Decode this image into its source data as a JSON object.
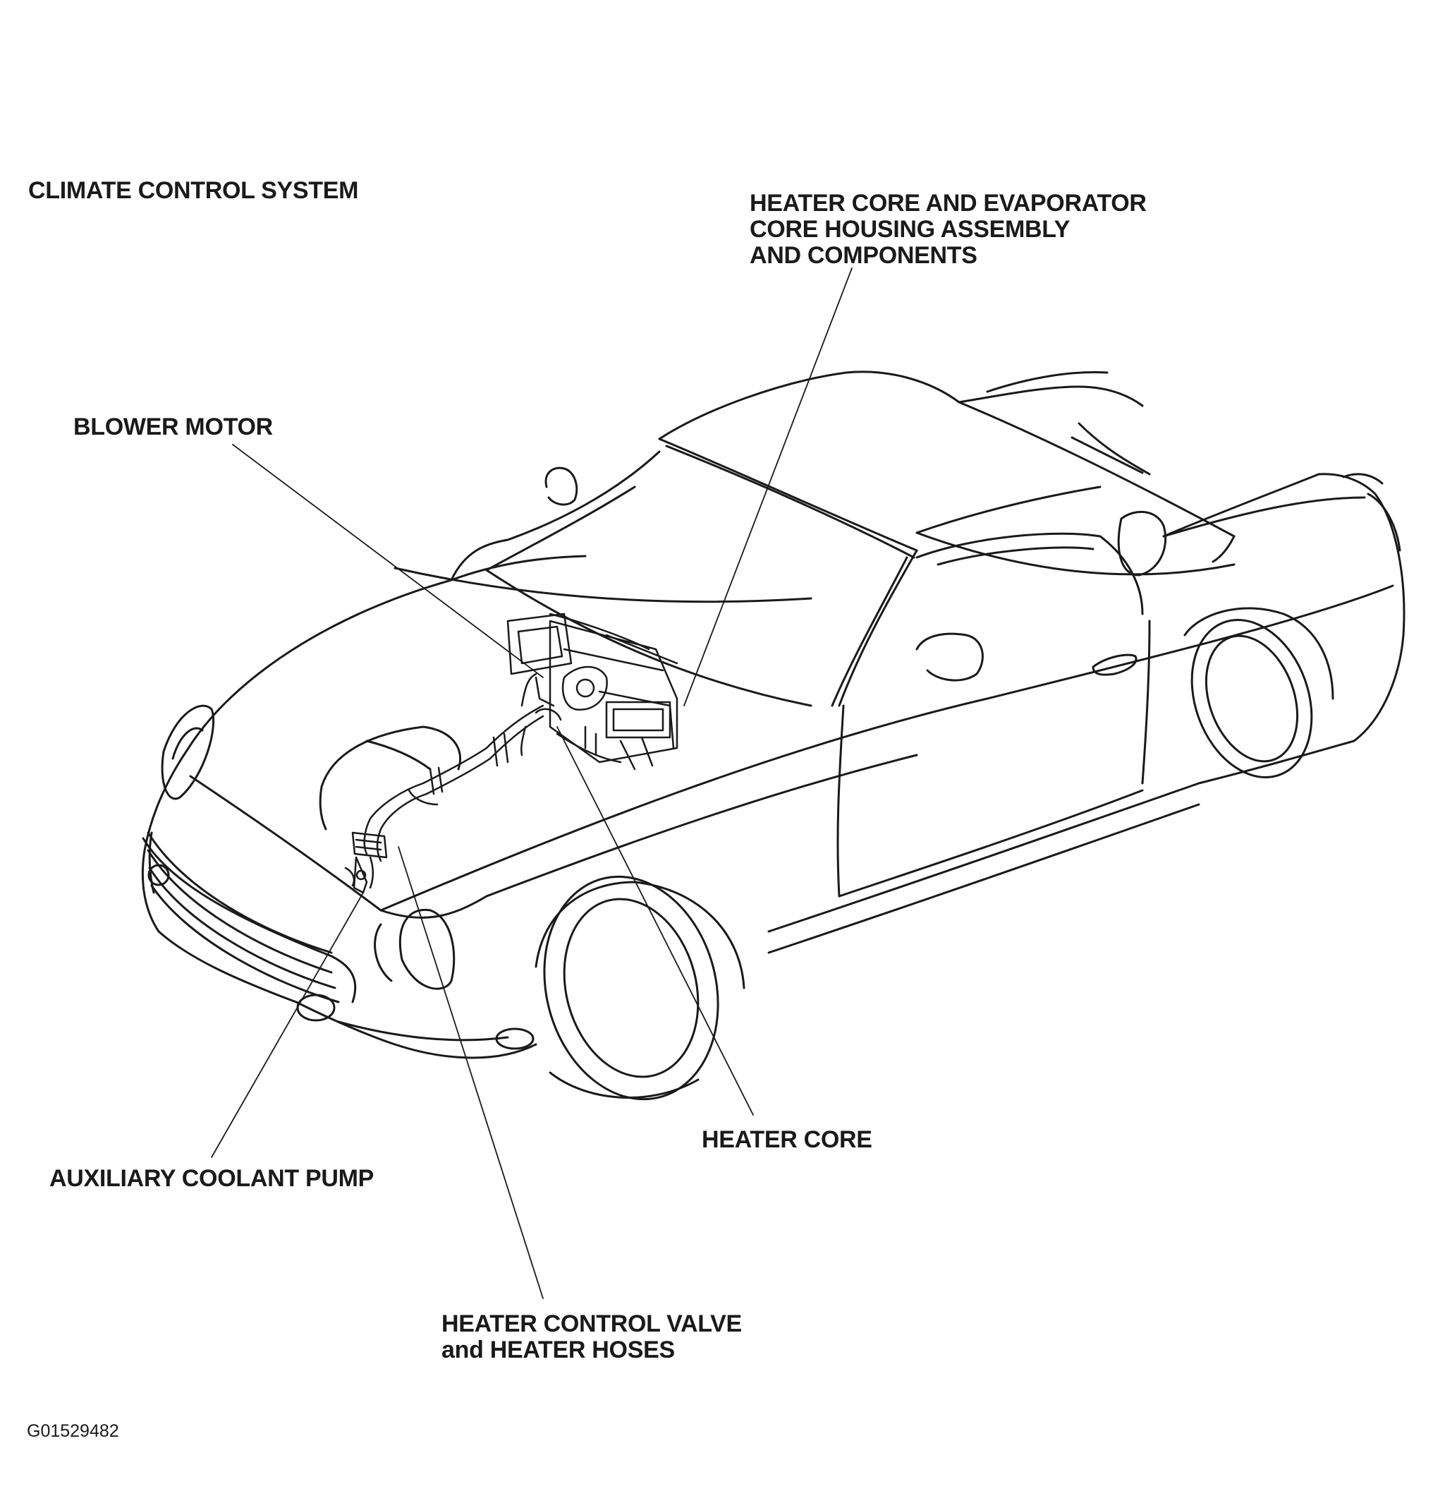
{
  "diagram": {
    "title": "CLIMATE CONTROL SYSTEM",
    "callouts": {
      "housing": [
        "HEATER CORE AND EVAPORATOR",
        "CORE HOUSING ASSEMBLY",
        "AND COMPONENTS"
      ],
      "blower_motor": "BLOWER MOTOR",
      "heater_core": "HEATER CORE",
      "aux_pump": "AUXILIARY COOLANT PUMP",
      "control_valve": [
        "HEATER CONTROL VALVE",
        "and HEATER HOSES"
      ]
    },
    "figure_id": "G01529482"
  },
  "colors": {
    "ink": "#1a1a1a",
    "paper": "#ffffff"
  }
}
